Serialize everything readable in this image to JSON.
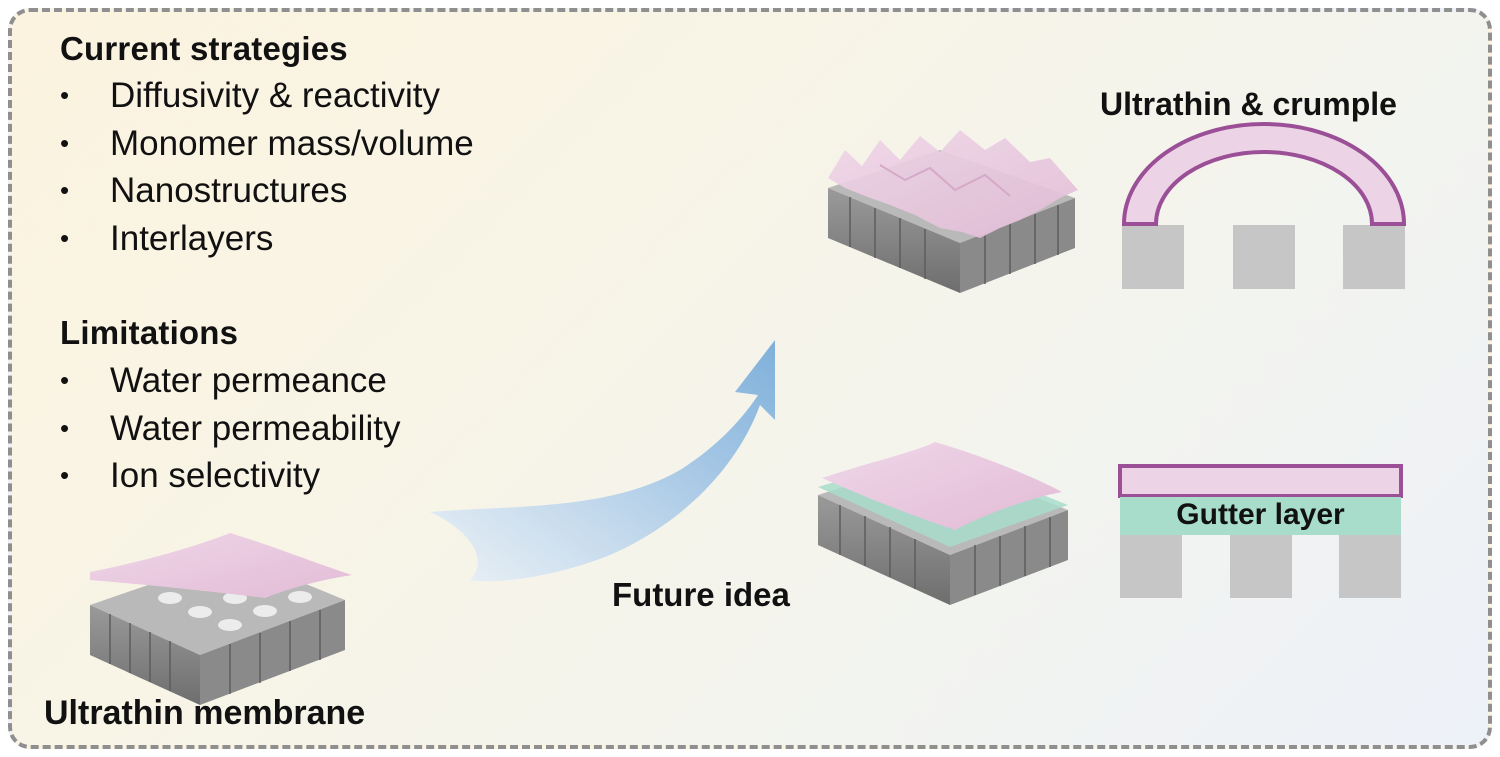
{
  "current_strategies": {
    "title": "Current strategies",
    "items": [
      "Diffusivity & reactivity",
      "Monomer mass/volume",
      "Nanostructures",
      "Interlayers"
    ]
  },
  "limitations": {
    "title": "Limitations",
    "items": [
      "Water permeance",
      "Water permeability",
      "Ion selectivity"
    ]
  },
  "bullet_char": "•",
  "labels": {
    "ultrathin_membrane": "Ultrathin membrane",
    "future_idea": "Future idea",
    "ultrathin_crumple": "Ultrathin & crumple",
    "gutter_layer": "Gutter layer"
  },
  "colors": {
    "membrane_pink": "#e9c9e0",
    "crumple_outline": "#9a4f96",
    "gutter_teal": "#a8dccb",
    "support_gray": "#c6c6c6",
    "arrow_blue": "#8fb8dc"
  }
}
